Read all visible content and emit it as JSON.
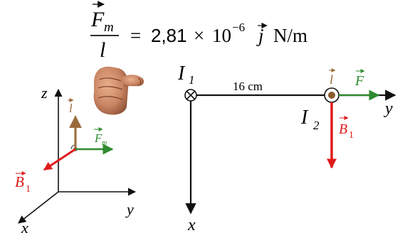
{
  "formula": {
    "numerator": "F",
    "numerator_sub": "m",
    "denominator": "l",
    "equals": "=",
    "value": "2,81",
    "times": "×",
    "base": "10",
    "exponent": "−6",
    "unit_vector": "j",
    "unit": "N/m"
  },
  "left_diagram": {
    "axis_z": "z",
    "axis_y": "y",
    "axis_x": "x",
    "vec_l": "l",
    "vec_F": "F",
    "vec_F_sub": "m",
    "vec_B": "B",
    "vec_B_sub": "1"
  },
  "right_diagram": {
    "wire1": "I",
    "wire1_sub": "1",
    "wire2": "I",
    "wire2_sub": "2",
    "distance": "16 cm",
    "vec_l": "l",
    "vec_F": "F",
    "vec_B": "B",
    "vec_B_sub": "1",
    "axis_y": "y",
    "axis_x": "x"
  },
  "colors": {
    "black": "#111111",
    "brown": "#9a6a3a",
    "green": "#2e8b2e",
    "red": "#e01b1b",
    "dot": "#8b5a2b"
  },
  "hand_image": "thumb-hand-icon"
}
